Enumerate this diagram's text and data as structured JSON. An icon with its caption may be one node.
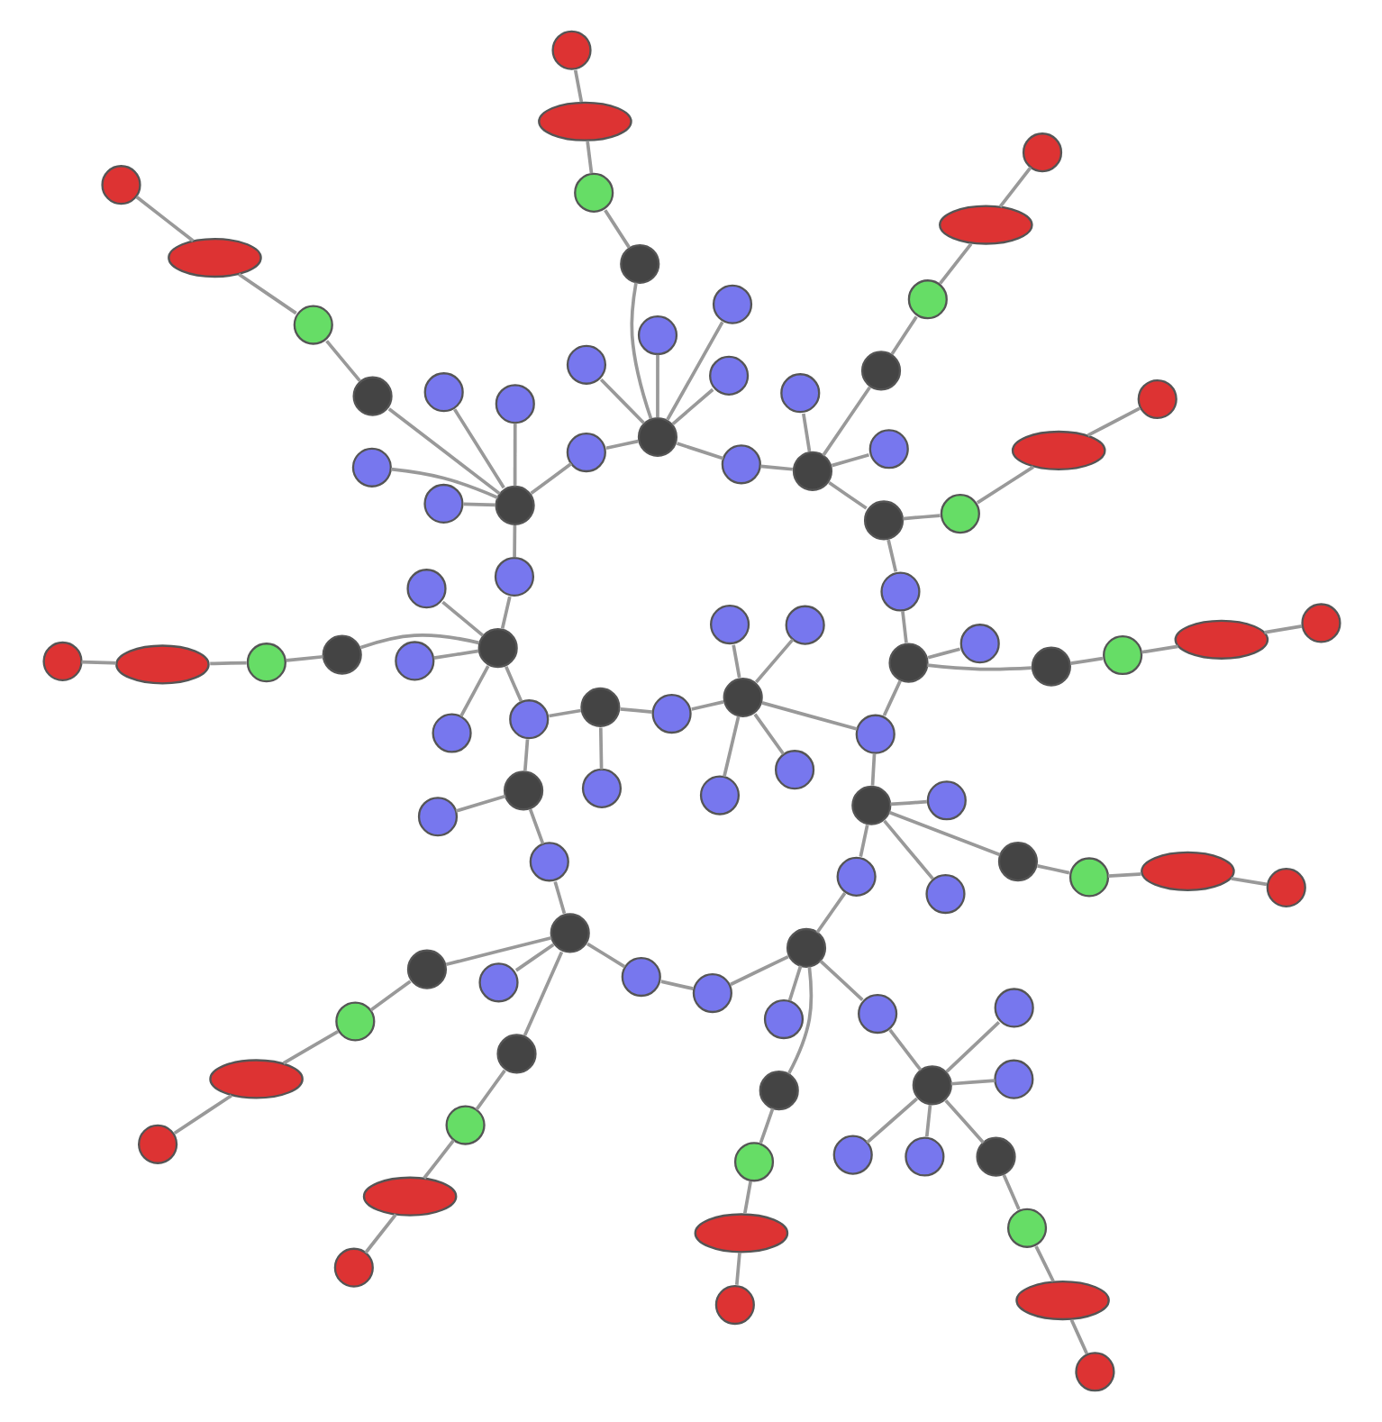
{
  "diagram": {
    "nodes": [
      {
        "text": [],
        "shape": "circle"
      },
      {
        "text": [],
        "shape": "circle"
      },
      {
        "text": [],
        "shape": "circle"
      },
      {
        "text": [],
        "shape": "circle"
      },
      {
        "text": [],
        "shape": "circle"
      },
      {
        "text": [],
        "shape": "circle"
      },
      {
        "text": [],
        "shape": "circle"
      },
      {
        "text": [],
        "shape": "ellipse"
      },
      {
        "text": [],
        "shape": "circle"
      },
      {
        "text": [],
        "shape": "circle"
      },
      {
        "text": [],
        "shape": "circle"
      },
      {
        "text": [],
        "shape": "circle"
      },
      {
        "text": [],
        "shape": "circle"
      },
      {
        "text": [],
        "shape": "circle"
      },
      {
        "text": [],
        "shape": "circle"
      },
      {
        "text": [],
        "shape": "circle"
      },
      {
        "text": [],
        "shape": "circle"
      },
      {
        "text": [],
        "shape": "ellipse"
      },
      {
        "text": [],
        "shape": "circle"
      },
      {
        "text": [],
        "shape": "circle"
      },
      {
        "text": [],
        "shape": "circle"
      },
      {
        "text": [],
        "shape": "circle"
      },
      {
        "text": [],
        "shape": "circle"
      },
      {
        "text": [],
        "shape": "circle"
      },
      {
        "text": [],
        "shape": "circle"
      },
      {
        "text": [],
        "shape": "ellipse"
      },
      {
        "text": [],
        "shape": "circle"
      },
      {
        "text": [],
        "shape": "circle"
      },
      {
        "text": [],
        "shape": "circle"
      },
      {
        "text": [],
        "shape": "ellipse"
      },
      {
        "text": [],
        "shape": "circle"
      },
      {
        "text": [],
        "shape": "circle"
      },
      {
        "text": [],
        "shape": "circle"
      },
      {
        "text": [],
        "shape": "circle"
      },
      {
        "text": [],
        "shape": "circle"
      },
      {
        "text": [],
        "shape": "circle"
      },
      {
        "text": [],
        "shape": "ellipse"
      },
      {
        "text": [],
        "shape": "circle"
      },
      {
        "text": [],
        "shape": "circle"
      },
      {
        "text": [],
        "shape": "circle"
      },
      {
        "text": [],
        "shape": "circle"
      },
      {
        "text": [],
        "shape": "circle"
      },
      {
        "text": [],
        "shape": "circle"
      },
      {
        "text": [],
        "shape": "circle"
      },
      {
        "text": [],
        "shape": "circle"
      },
      {
        "text": [],
        "shape": "circle"
      },
      {
        "text": [],
        "shape": "circle"
      },
      {
        "text": [],
        "shape": "circle"
      },
      {
        "text": [],
        "shape": "circle"
      },
      {
        "text": [],
        "shape": "circle"
      },
      {
        "text": [],
        "shape": "circle"
      },
      {
        "text": [],
        "shape": "circle"
      },
      {
        "text": [],
        "shape": "circle"
      },
      {
        "text": [],
        "shape": "ellipse"
      },
      {
        "text": [],
        "shape": "circle"
      },
      {
        "text": [],
        "shape": "circle"
      },
      {
        "text": [],
        "shape": "circle"
      },
      {
        "text": [],
        "shape": "circle"
      },
      {
        "text": [],
        "shape": "circle"
      },
      {
        "text": [],
        "shape": "circle"
      },
      {
        "text": [],
        "shape": "circle"
      },
      {
        "text": [],
        "shape": "ellipse"
      },
      {
        "text": [],
        "shape": "circle"
      },
      {
        "text": [],
        "shape": "circle"
      },
      {
        "text": [],
        "shape": "circle"
      },
      {
        "text": [],
        "shape": "circle"
      },
      {
        "text": [],
        "shape": "circle"
      },
      {
        "text": [],
        "shape": "circle"
      },
      {
        "text": [],
        "shape": "ellipse"
      },
      {
        "text": [],
        "shape": "circle"
      },
      {
        "text": [],
        "shape": "circle"
      },
      {
        "text": [],
        "shape": "circle"
      },
      {
        "text": [],
        "shape": "ellipse"
      },
      {
        "text": [],
        "shape": "circle"
      },
      {
        "text": [],
        "shape": "circle"
      },
      {
        "text": [],
        "shape": "circle"
      },
      {
        "text": [],
        "shape": "circle"
      },
      {
        "text": [],
        "shape": "circle"
      },
      {
        "text": [],
        "shape": "circle"
      },
      {
        "text": [],
        "shape": "circle"
      },
      {
        "text": [],
        "shape": "circle"
      },
      {
        "text": [],
        "shape": "circle"
      },
      {
        "text": [],
        "shape": "circle"
      },
      {
        "text": [],
        "shape": "ellipse"
      },
      {
        "text": [],
        "shape": "circle"
      },
      {
        "text": [],
        "shape": "circle"
      },
      {
        "text": [],
        "shape": "circle"
      },
      {
        "text": [],
        "shape": "circle"
      },
      {
        "text": [],
        "shape": "circle"
      },
      {
        "text": [],
        "shape": "circle"
      },
      {
        "text": [],
        "shape": "circle"
      },
      {
        "text": [],
        "shape": "circle"
      },
      {
        "text": [],
        "shape": "circle"
      },
      {
        "text": [],
        "shape": "ellipse"
      },
      {
        "text": [],
        "shape": "circle"
      },
      {
        "text": [],
        "shape": "circle"
      }
    ],
    "edges": [
      {
        "from": 0,
        "to": 1,
        "arrow": "none"
      },
      {
        "from": 0,
        "to": 2,
        "arrow": "none"
      },
      {
        "from": 0,
        "to": 3,
        "arrow": "none"
      },
      {
        "from": 0,
        "to": 4,
        "arrow": "none"
      },
      {
        "from": 0,
        "to": 5,
        "arrow": "none"
      },
      {
        "from": 5,
        "to": 6,
        "arrow": "none"
      },
      {
        "from": 6,
        "to": 7,
        "arrow": "none"
      },
      {
        "from": 7,
        "to": 8,
        "arrow": "none"
      },
      {
        "from": 0,
        "to": 9,
        "arrow": "none"
      },
      {
        "from": 9,
        "to": 56,
        "arrow": "none"
      },
      {
        "from": 10,
        "to": 11,
        "arrow": "none"
      },
      {
        "from": 10,
        "to": 12,
        "arrow": "none"
      },
      {
        "from": 10,
        "to": 13,
        "arrow": "none"
      },
      {
        "from": 10,
        "to": 14,
        "arrow": "none"
      },
      {
        "from": 10,
        "to": 15,
        "arrow": "none"
      },
      {
        "from": 15,
        "to": 16,
        "arrow": "none"
      },
      {
        "from": 16,
        "to": 17,
        "arrow": "none"
      },
      {
        "from": 17,
        "to": 18,
        "arrow": "none"
      },
      {
        "from": 10,
        "to": 19,
        "arrow": "none"
      },
      {
        "from": 19,
        "to": 20,
        "arrow": "none"
      },
      {
        "from": 10,
        "to": 95,
        "arrow": "none"
      },
      {
        "from": 95,
        "to": 86,
        "arrow": "none"
      },
      {
        "from": 20,
        "to": 21,
        "arrow": "none"
      },
      {
        "from": 20,
        "to": 22,
        "arrow": "none"
      },
      {
        "from": 20,
        "to": 23,
        "arrow": "none"
      },
      {
        "from": 23,
        "to": 24,
        "arrow": "none"
      },
      {
        "from": 24,
        "to": 25,
        "arrow": "none"
      },
      {
        "from": 25,
        "to": 26,
        "arrow": "none"
      },
      {
        "from": 20,
        "to": 27,
        "arrow": "none"
      },
      {
        "from": 27,
        "to": 28,
        "arrow": "none"
      },
      {
        "from": 28,
        "to": 29,
        "arrow": "none"
      },
      {
        "from": 29,
        "to": 30,
        "arrow": "none"
      },
      {
        "from": 27,
        "to": 31,
        "arrow": "none"
      },
      {
        "from": 31,
        "to": 32,
        "arrow": "none"
      },
      {
        "from": 32,
        "to": 33,
        "arrow": "none"
      },
      {
        "from": 32,
        "to": 34,
        "arrow": "none"
      },
      {
        "from": 34,
        "to": 35,
        "arrow": "none"
      },
      {
        "from": 35,
        "to": 36,
        "arrow": "none"
      },
      {
        "from": 36,
        "to": 37,
        "arrow": "none"
      },
      {
        "from": 32,
        "to": 38,
        "arrow": "none"
      },
      {
        "from": 38,
        "to": 48,
        "arrow": "none"
      },
      {
        "from": 38,
        "to": 39,
        "arrow": "none"
      },
      {
        "from": 39,
        "to": 40,
        "arrow": "none"
      },
      {
        "from": 39,
        "to": 41,
        "arrow": "none"
      },
      {
        "from": 39,
        "to": 42,
        "arrow": "none"
      },
      {
        "from": 39,
        "to": 43,
        "arrow": "none"
      },
      {
        "from": 39,
        "to": 44,
        "arrow": "none"
      },
      {
        "from": 44,
        "to": 45,
        "arrow": "none"
      },
      {
        "from": 45,
        "to": 46,
        "arrow": "none"
      },
      {
        "from": 45,
        "to": 47,
        "arrow": "none"
      },
      {
        "from": 48,
        "to": 49,
        "arrow": "none"
      },
      {
        "from": 48,
        "to": 50,
        "arrow": "none"
      },
      {
        "from": 48,
        "to": 51,
        "arrow": "none"
      },
      {
        "from": 51,
        "to": 52,
        "arrow": "none"
      },
      {
        "from": 52,
        "to": 53,
        "arrow": "none"
      },
      {
        "from": 53,
        "to": 54,
        "arrow": "none"
      },
      {
        "from": 48,
        "to": 55,
        "arrow": "none"
      },
      {
        "from": 55,
        "to": 56,
        "arrow": "none"
      },
      {
        "from": 56,
        "to": 57,
        "arrow": "none"
      },
      {
        "from": 56,
        "to": 58,
        "arrow": "none"
      },
      {
        "from": 56,
        "to": 59,
        "arrow": "none"
      },
      {
        "from": 59,
        "to": 60,
        "arrow": "none"
      },
      {
        "from": 60,
        "to": 61,
        "arrow": "none"
      },
      {
        "from": 61,
        "to": 62,
        "arrow": "none"
      },
      {
        "from": 58,
        "to": 63,
        "arrow": "none"
      },
      {
        "from": 63,
        "to": 64,
        "arrow": "none"
      },
      {
        "from": 64,
        "to": 65,
        "arrow": "none"
      },
      {
        "from": 64,
        "to": 66,
        "arrow": "none"
      },
      {
        "from": 66,
        "to": 67,
        "arrow": "none"
      },
      {
        "from": 67,
        "to": 68,
        "arrow": "none"
      },
      {
        "from": 68,
        "to": 69,
        "arrow": "none"
      },
      {
        "from": 64,
        "to": 70,
        "arrow": "none"
      },
      {
        "from": 70,
        "to": 71,
        "arrow": "none"
      },
      {
        "from": 71,
        "to": 72,
        "arrow": "none"
      },
      {
        "from": 72,
        "to": 73,
        "arrow": "none"
      },
      {
        "from": 64,
        "to": 74,
        "arrow": "none"
      },
      {
        "from": 74,
        "to": 75,
        "arrow": "none"
      },
      {
        "from": 75,
        "to": 76,
        "arrow": "none"
      },
      {
        "from": 75,
        "to": 47,
        "arrow": "none"
      },
      {
        "from": 47,
        "to": 77,
        "arrow": "none"
      },
      {
        "from": 77,
        "to": 78,
        "arrow": "none"
      },
      {
        "from": 77,
        "to": 79,
        "arrow": "none"
      },
      {
        "from": 77,
        "to": 80,
        "arrow": "none"
      },
      {
        "from": 77,
        "to": 81,
        "arrow": "none"
      },
      {
        "from": 81,
        "to": 82,
        "arrow": "none"
      },
      {
        "from": 82,
        "to": 83,
        "arrow": "none"
      },
      {
        "from": 83,
        "to": 84,
        "arrow": "none"
      },
      {
        "from": 77,
        "to": 85,
        "arrow": "none"
      },
      {
        "from": 85,
        "to": 86,
        "arrow": "none"
      },
      {
        "from": 86,
        "to": 87,
        "arrow": "none"
      },
      {
        "from": 86,
        "to": 88,
        "arrow": "none"
      },
      {
        "from": 86,
        "to": 89,
        "arrow": "none"
      },
      {
        "from": 86,
        "to": 90,
        "arrow": "none"
      },
      {
        "from": 86,
        "to": 91,
        "arrow": "none"
      },
      {
        "from": 91,
        "to": 92,
        "arrow": "none"
      },
      {
        "from": 92,
        "to": 93,
        "arrow": "none"
      },
      {
        "from": 93,
        "to": 94,
        "arrow": "none"
      }
    ]
  }
}
